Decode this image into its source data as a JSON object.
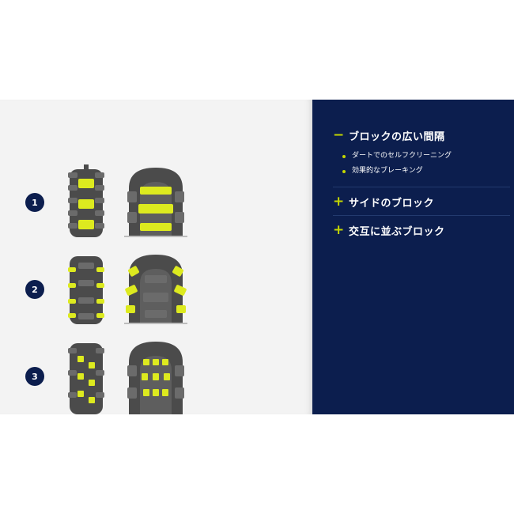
{
  "rows": [
    {
      "number": "1"
    },
    {
      "number": "2"
    },
    {
      "number": "3"
    }
  ],
  "accordion": [
    {
      "sign": "−",
      "title": "ブロックの広い間隔",
      "expanded": true,
      "bullets": [
        "ダートでのセルフクリーニング",
        "効果的なブレーキング"
      ]
    },
    {
      "sign": "+",
      "title": "サイドのブロック",
      "expanded": false
    },
    {
      "sign": "+",
      "title": "交互に並ぶブロック",
      "expanded": false
    }
  ],
  "colors": {
    "navy": "#0c1e4e",
    "accent": "#c4d600",
    "panel": "#f3f3f3"
  }
}
